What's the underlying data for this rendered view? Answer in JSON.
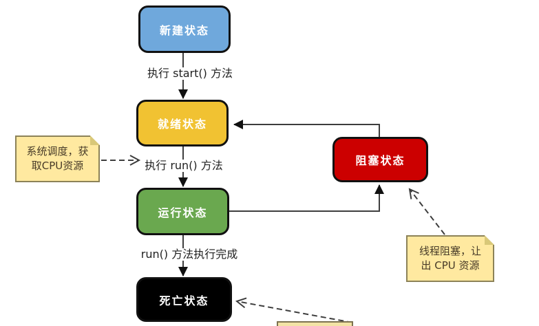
{
  "diagram": {
    "subject": "thread-state-diagram",
    "background_color": "#ffffff",
    "line_color": "#3d3d3d",
    "nodes": [
      {
        "id": "new-state",
        "label": "新建状态",
        "fill": "#6FA8DC",
        "text_color": "#ffffff"
      },
      {
        "id": "ready-state",
        "label": "就绪状态",
        "fill": "#F1C232",
        "text_color": "#ffffff"
      },
      {
        "id": "running-state",
        "label": "运行状态",
        "fill": "#6AA84F",
        "text_color": "#ffffff"
      },
      {
        "id": "dead-state",
        "label": "死亡状态",
        "fill": "#000000",
        "text_color": "#ffffff"
      },
      {
        "id": "blocked-state",
        "label": "阻塞状态",
        "fill": "#CC0000",
        "text_color": "#ffffff"
      }
    ],
    "edge_labels": [
      {
        "id": "start-label",
        "text": "执行 start() 方法"
      },
      {
        "id": "run-label",
        "text": "执行 run() 方法"
      },
      {
        "id": "done-label",
        "text": "run() 方法执行完成"
      }
    ],
    "edges": [
      {
        "from": "new-state",
        "to": "ready-state",
        "style": "solid",
        "label": "执行 start() 方法"
      },
      {
        "from": "ready-state",
        "to": "running-state",
        "style": "solid",
        "label": "执行 run() 方法"
      },
      {
        "from": "running-state",
        "to": "dead-state",
        "style": "solid",
        "label": "run() 方法执行完成"
      },
      {
        "from": "blocked-state",
        "to": "ready-state",
        "style": "solid",
        "label": ""
      },
      {
        "from": "running-state",
        "to": "blocked-state",
        "style": "solid",
        "label": ""
      }
    ],
    "notes": [
      {
        "id": "schedule-note",
        "line1": "系统调度，获",
        "line2": "取CPU资源",
        "points_to": "run-label",
        "fill": "#FFE9A0"
      },
      {
        "id": "block-note",
        "line1": "线程阻塞，让",
        "line2": "出 CPU 资源",
        "points_to": "blocked-state",
        "fill": "#FFE9A0"
      },
      {
        "id": "cutoff-note",
        "line1": "",
        "line2": "",
        "points_to": "dead-state",
        "fill": "#F3E3A5"
      }
    ]
  }
}
